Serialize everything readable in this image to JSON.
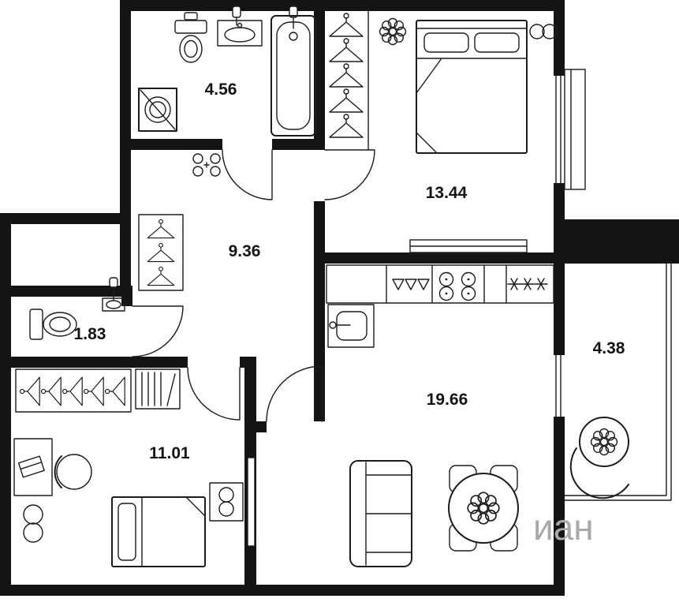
{
  "floorplan": {
    "watermark_text": "иан",
    "colors": {
      "wall": "#141414",
      "line": "#1c1c1c",
      "bg": "#ffffff",
      "label": "#141414",
      "watermark": "#a9a9a9"
    },
    "rooms": [
      {
        "id": "bathroom",
        "area": "4.56"
      },
      {
        "id": "bedroom",
        "area": "13.44"
      },
      {
        "id": "hallway",
        "area": "9.36"
      },
      {
        "id": "wc",
        "area": "1.83"
      },
      {
        "id": "balcony",
        "area": "4.38"
      },
      {
        "id": "kids-room",
        "area": "11.01"
      },
      {
        "id": "kitchen-living-room",
        "area": "19.66"
      }
    ],
    "fixture_icons": [
      "toilet-icon",
      "bathroom-sink-icon",
      "bathtub-icon",
      "washing-machine-icon",
      "faucet-icon",
      "stove-icon",
      "wardrobe-hangers-icon",
      "double-bed-icon",
      "flower-icon",
      "sconce-icon",
      "window-icon",
      "coat-rack-icon",
      "wc-toilet-icon",
      "wc-sink-icon",
      "kitchen-counter",
      "hob-icon",
      "burner-knobs-icon",
      "vent-stars-icon",
      "kitchen-sink-icon",
      "sofa-icon",
      "dining-table-icon",
      "dining-chair-icon",
      "balcony-table-icon",
      "balcony-chair-icon",
      "closet-hangers-icon",
      "bookshelf-icon",
      "desk-icon",
      "desk-chair-icon",
      "stool-icon",
      "single-bed-icon",
      "dresser-icon",
      "tv-icon",
      "door-arc-icon"
    ]
  }
}
